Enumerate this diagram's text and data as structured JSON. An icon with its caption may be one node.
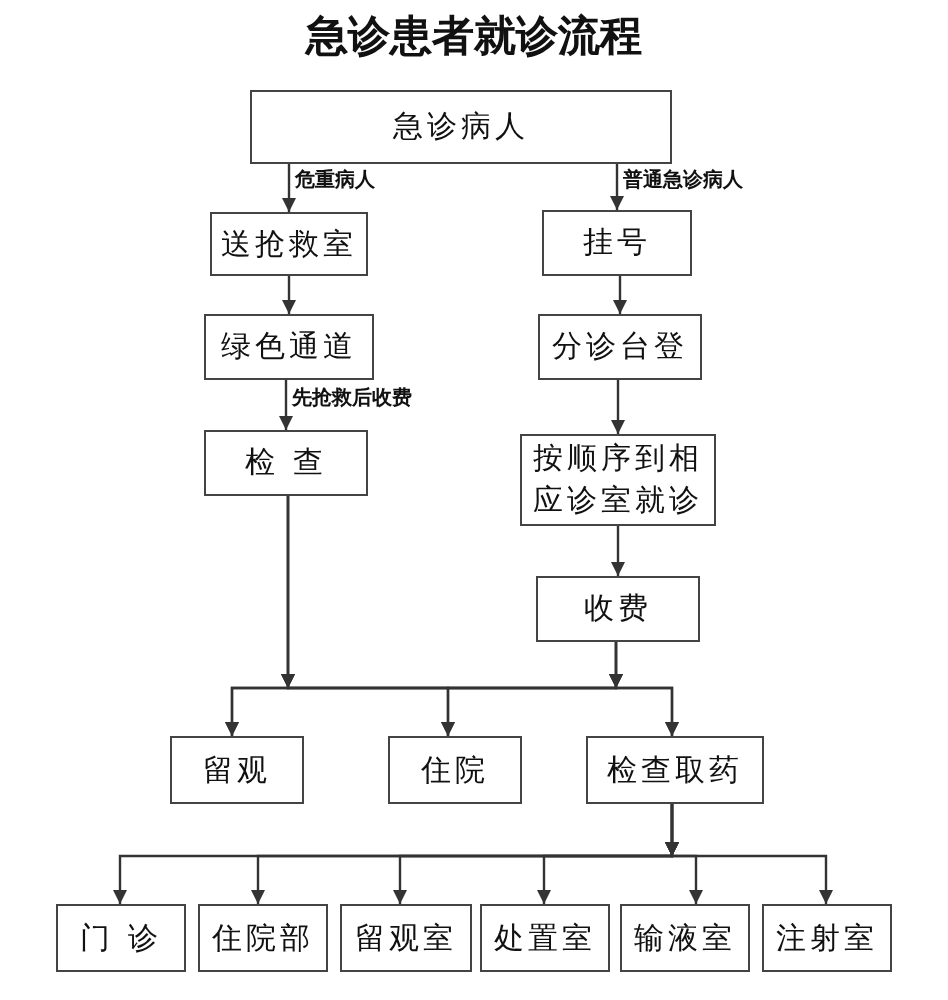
{
  "diagram": {
    "title": "急诊患者就诊流程",
    "nodes": [
      {
        "text": [
          "急诊病人"
        ]
      },
      {
        "text": [
          "送抢救室"
        ]
      },
      {
        "text": [
          "挂号"
        ]
      },
      {
        "text": [
          "绿色通道"
        ]
      },
      {
        "text": [
          "分诊台登"
        ]
      },
      {
        "text": [
          "检 查"
        ]
      },
      {
        "text": [
          "按顺序到相应诊室就诊"
        ]
      },
      {
        "text": [
          "收费"
        ]
      },
      {
        "text": [
          "留观"
        ]
      },
      {
        "text": [
          "住院"
        ]
      },
      {
        "text": [
          "检查取药"
        ]
      },
      {
        "text": [
          "门 诊"
        ]
      },
      {
        "text": [
          "住院部"
        ]
      },
      {
        "text": [
          "留观室"
        ]
      },
      {
        "text": [
          "处置室"
        ]
      },
      {
        "text": [
          "输液室"
        ]
      },
      {
        "text": [
          "注射室"
        ]
      }
    ],
    "edges": [
      {
        "from": 0,
        "to": 1,
        "arrow": "to",
        "label": "危重病人"
      },
      {
        "from": 0,
        "to": 2,
        "arrow": "to",
        "label": "普通急诊病人"
      },
      {
        "from": 1,
        "to": 3,
        "arrow": "to"
      },
      {
        "from": 3,
        "to": 5,
        "arrow": "to",
        "label": "先抢救后收费"
      },
      {
        "from": 2,
        "to": 4,
        "arrow": "to"
      },
      {
        "from": 4,
        "to": 6,
        "arrow": "to"
      },
      {
        "from": 6,
        "to": 7,
        "arrow": "to"
      },
      {
        "from": 5,
        "to": 8,
        "arrow": "to"
      },
      {
        "from": 5,
        "to": 9,
        "arrow": "to"
      },
      {
        "from": 5,
        "to": 10,
        "arrow": "to"
      },
      {
        "from": 7,
        "to": 8,
        "arrow": "to"
      },
      {
        "from": 7,
        "to": 9,
        "arrow": "to"
      },
      {
        "from": 7,
        "to": 10,
        "arrow": "to"
      },
      {
        "from": 10,
        "to": 11,
        "arrow": "to"
      },
      {
        "from": 10,
        "to": 12,
        "arrow": "to"
      },
      {
        "from": 10,
        "to": 13,
        "arrow": "to"
      },
      {
        "from": 10,
        "to": 14,
        "arrow": "to"
      },
      {
        "from": 10,
        "to": 15,
        "arrow": "to"
      },
      {
        "from": 10,
        "to": 16,
        "arrow": "to"
      }
    ]
  }
}
